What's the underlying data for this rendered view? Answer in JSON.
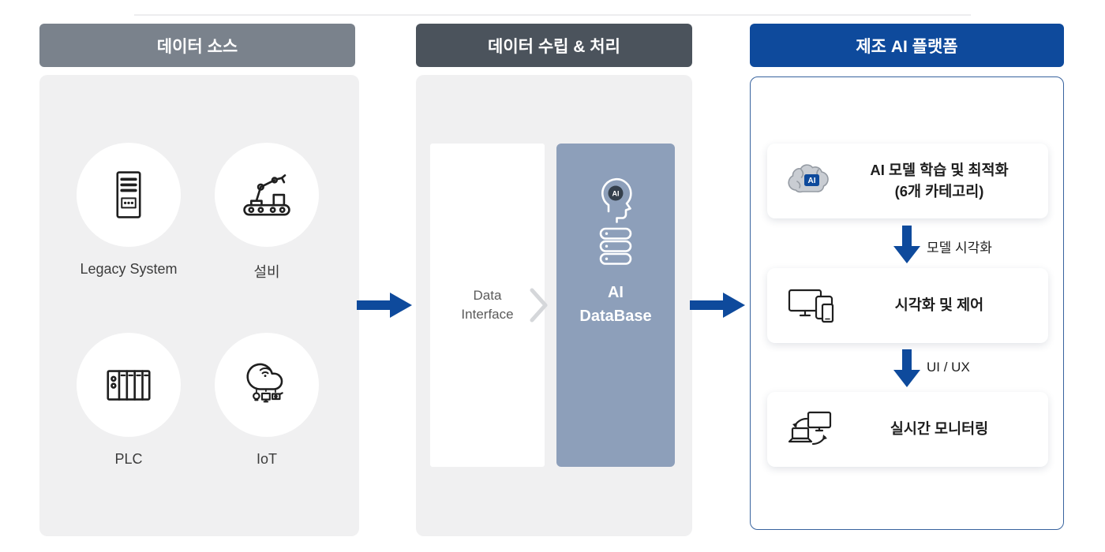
{
  "columns": {
    "source": {
      "header": "데이터 소스",
      "items": [
        {
          "label": "Legacy System",
          "icon": "server-icon"
        },
        {
          "label": "설비",
          "icon": "robot-arm-icon"
        },
        {
          "label": "PLC",
          "icon": "plc-icon"
        },
        {
          "label": "IoT",
          "icon": "iot-cloud-icon"
        }
      ]
    },
    "processing": {
      "header": "데이터 수립 & 처리",
      "interface": {
        "line1": "Data",
        "line2": "Interface"
      },
      "database": {
        "badge": "AI",
        "line1": "AI",
        "line2": "DataBase",
        "icon": "ai-head-database-icon"
      }
    },
    "platform": {
      "header": "제조 AI 플랫폼",
      "cards": [
        {
          "badge": "AI",
          "line1": "AI 모델 학습 및 최적화",
          "line2": "(6개 카테고리)",
          "icon": "ai-brain-icon"
        },
        {
          "label": "시각화 및 제어",
          "icon": "devices-icon"
        },
        {
          "label": "실시간 모니터링",
          "icon": "realtime-sync-icon"
        }
      ],
      "flow_labels": [
        "모델 시각화",
        "UI / UX"
      ]
    }
  },
  "colors": {
    "source_header_bg": "#7a828c",
    "processing_header_bg": "#4b535c",
    "platform_header_bg": "#0e4a9c",
    "flow_arrow": "#0e4a9c",
    "panel_bg": "#f0f0f1",
    "ai_database_bg": "#8d9fba"
  }
}
